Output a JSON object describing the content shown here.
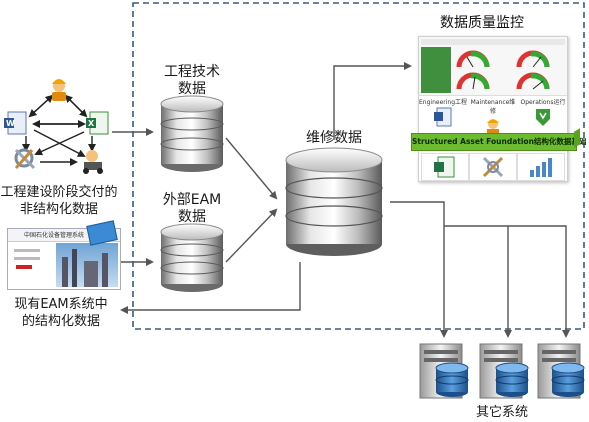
{
  "labels": {
    "engineering_data": [
      "工程技术",
      "数据"
    ],
    "external_eam_data": [
      "外部EAM",
      "数据"
    ],
    "maintenance_data": "维修数据",
    "construction_data": [
      "工程建设阶段交付的",
      "非结构化数据"
    ],
    "existing_eam": [
      "现有EAM系统中",
      "的结构化数据"
    ],
    "other_systems": "其它系统",
    "dashboard_title": "数据质量监控"
  },
  "dashboard": {
    "categories": [
      "Engineering工程",
      "Maintenance维修",
      "Operations运行"
    ],
    "foundation": "Structured Asset Foundation结构化数据基础"
  },
  "eam_screenshot": {
    "brand": "中国石化设备管理系统"
  },
  "colors": {
    "dashed_border": "#3a5a80",
    "arrow": "#555555",
    "foundation_green": "#6dbb2e",
    "db_blue": "#2f6fb3"
  }
}
